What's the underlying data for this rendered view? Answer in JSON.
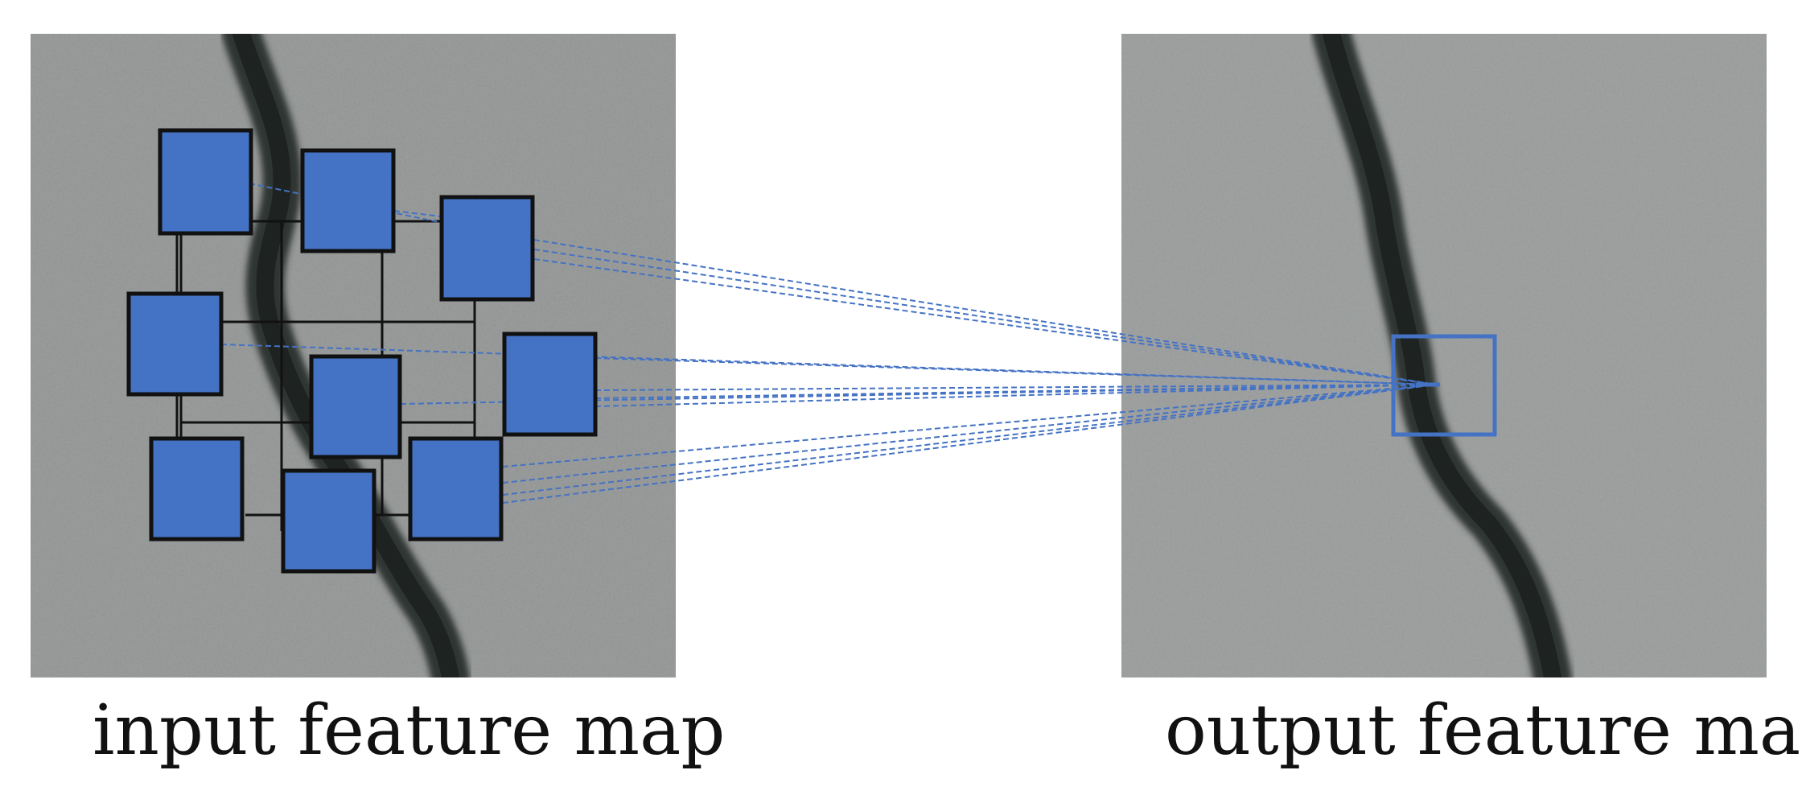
{
  "diagram": {
    "title": "",
    "input_label": "input feature map",
    "output_label": "output feature map",
    "kernel_sample_count": 9,
    "colors": {
      "sample_fill": "#4472c4",
      "sample_border": "#111111",
      "connector": "#4472c4",
      "grid": "#111111",
      "texture": "#9a9c9c",
      "crack": "#2f3433"
    }
  }
}
